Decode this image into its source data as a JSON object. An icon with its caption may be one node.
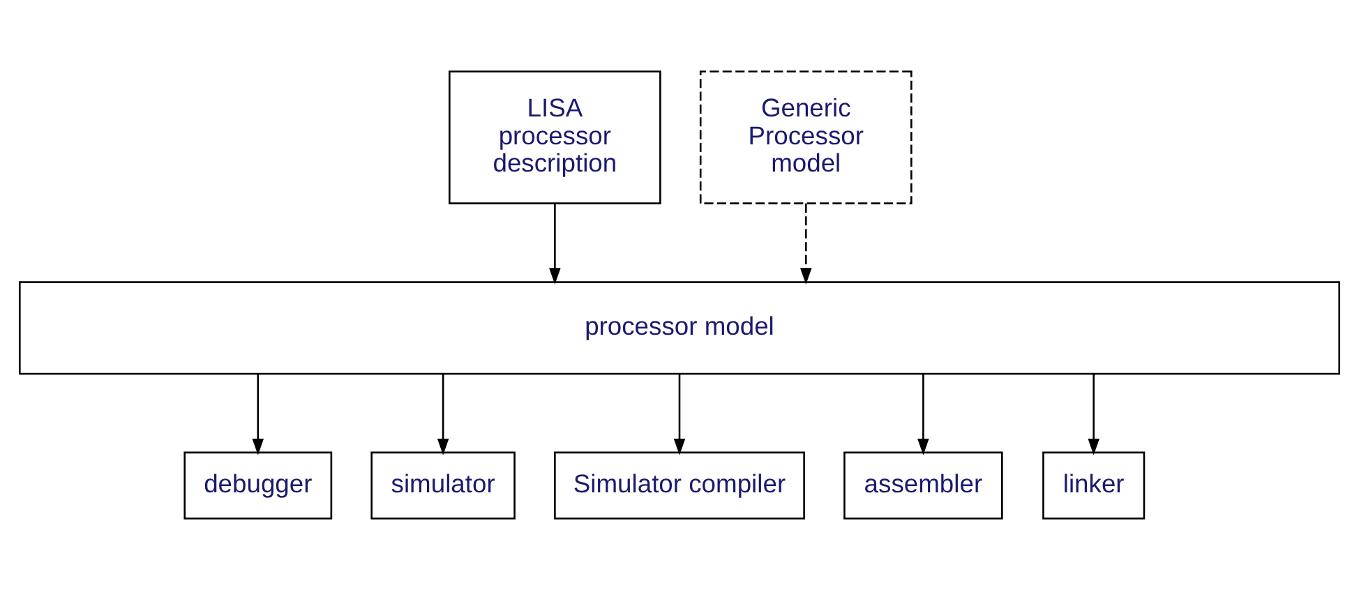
{
  "diagram": {
    "nodes": [
      {
        "text": [
          "LISA processor description"
        ]
      },
      {
        "text": [
          "Generic Processor model"
        ]
      },
      {
        "text": [
          "processor model"
        ]
      },
      {
        "text": [
          "debugger"
        ]
      },
      {
        "text": [
          "simulator"
        ]
      },
      {
        "text": [
          "Simulator compiler"
        ]
      },
      {
        "text": [
          "assembler"
        ]
      },
      {
        "text": [
          "linker"
        ]
      }
    ],
    "edges": [
      {
        "from": 0,
        "to": 2,
        "arrow": "to"
      },
      {
        "from": 1,
        "to": 2,
        "arrow": "to",
        "style": "dashed"
      },
      {
        "from": 2,
        "to": 3,
        "arrow": "to"
      },
      {
        "from": 2,
        "to": 4,
        "arrow": "to"
      },
      {
        "from": 2,
        "to": 5,
        "arrow": "to"
      },
      {
        "from": 2,
        "to": 6,
        "arrow": "to"
      },
      {
        "from": 2,
        "to": 7,
        "arrow": "to"
      }
    ]
  }
}
